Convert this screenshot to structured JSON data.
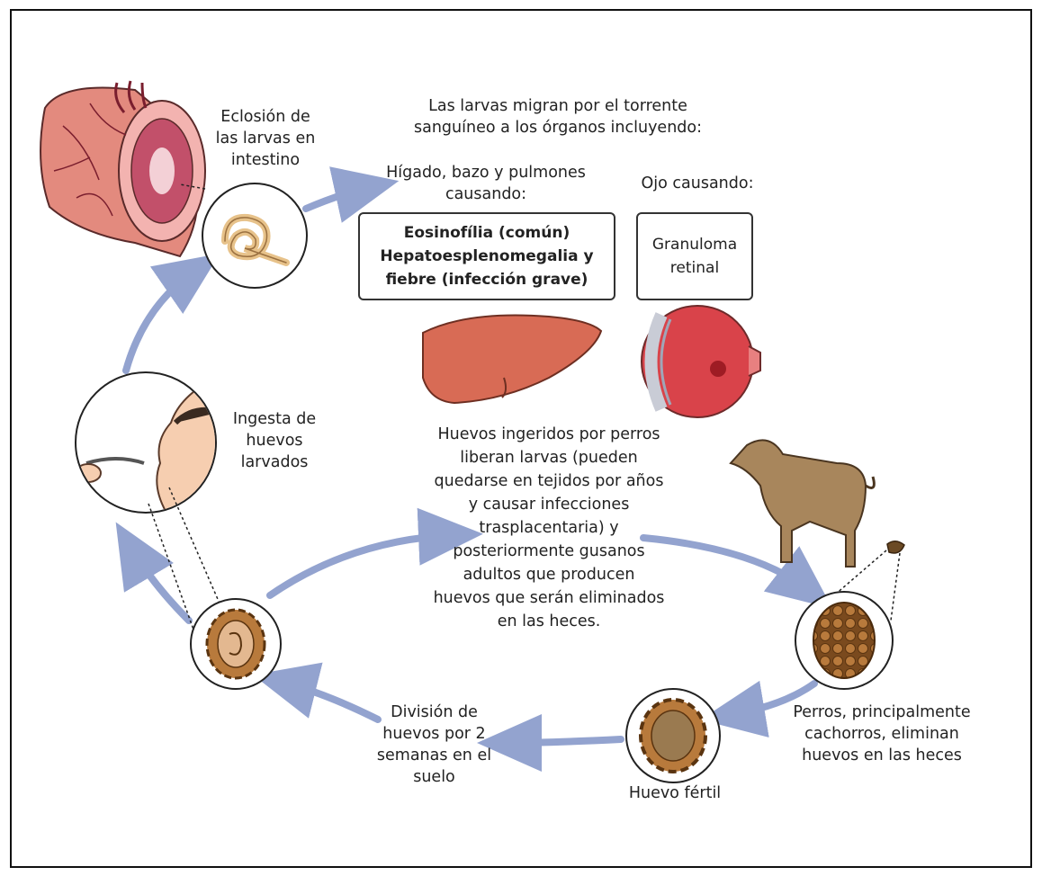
{
  "labels": {
    "eclosion": [
      "Eclosión de",
      "las larvas en",
      "intestino"
    ],
    "migration": [
      "Las larvas migran por el torrente",
      "sanguíneo a los órganos incluyendo:"
    ],
    "organs": [
      "Hígado, bazo y pulmones",
      "causando:"
    ],
    "eye": "Ojo causando:",
    "ingesta": [
      "Ingesta de",
      "huevos",
      "larvados"
    ],
    "dogs_cycle": [
      "Huevos ingeridos por perros",
      "liberan larvas (pueden",
      "quedarse en tejidos por años",
      "y causar infecciones",
      "trasplacentaria) y",
      "posteriormente gusanos",
      "adultos que producen",
      "huevos que serán eliminados",
      "en las heces."
    ],
    "division": [
      "División de",
      "huevos por 2",
      "semanas en el",
      "suelo"
    ],
    "fertile_egg": "Huevo fértil",
    "dogs_feces": [
      "Perros, principalmente",
      "cachorros, eliminan",
      "huevos en las heces"
    ]
  },
  "boxes": {
    "organ_effects": [
      "Eosinofília (común)",
      "Hepatoesplenomegalia y",
      "fiebre (infección grave)"
    ],
    "eye_effect": [
      "Granuloma",
      "retinal"
    ]
  },
  "colors": {
    "arrow": "#93a3cf",
    "intestine": "#d9706a",
    "liver": "#d86b55",
    "eye": "#d23b3b",
    "egg": "#8a4f1c",
    "dog": "#a8865c",
    "skin": "#f6ceb0"
  }
}
